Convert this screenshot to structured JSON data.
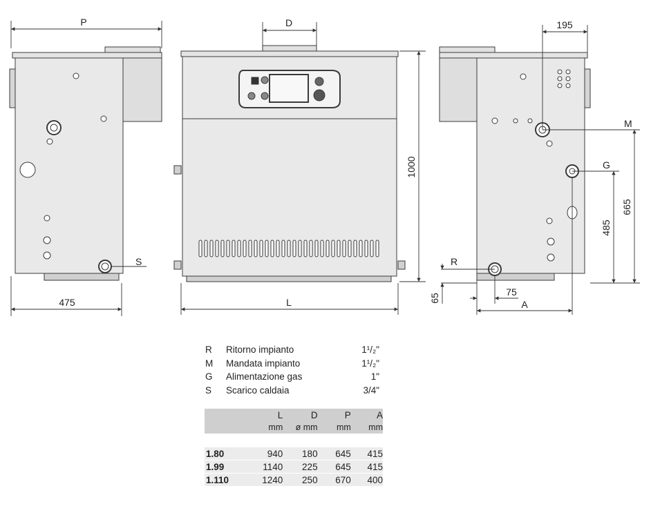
{
  "dimensions": {
    "P": "P",
    "D": "D",
    "n475": "475",
    "L": "L",
    "n1000": "1000",
    "n195": "195",
    "M": "M",
    "G": "G",
    "n665": "665",
    "n485": "485",
    "R": "R",
    "n65": "65",
    "n75": "75",
    "A": "A",
    "S": "S"
  },
  "legend": [
    {
      "code": "R",
      "desc": "Ritorno impianto",
      "size": "1¹/₂\""
    },
    {
      "code": "M",
      "desc": "Mandata impianto",
      "size": "1¹/₂\""
    },
    {
      "code": "G",
      "desc": "Alimentazione gas",
      "size": "1\""
    },
    {
      "code": "S",
      "desc": "Scarico caldaia",
      "size": "3/4\""
    }
  ],
  "table": {
    "headers": [
      "L",
      "D",
      "P",
      "A"
    ],
    "units": [
      "mm",
      "ø mm",
      "mm",
      "mm"
    ],
    "rows": [
      {
        "model": "1.80",
        "L": "940",
        "D": "180",
        "P": "645",
        "A": "415"
      },
      {
        "model": "1.99",
        "L": "1140",
        "D": "225",
        "P": "645",
        "A": "415"
      },
      {
        "model": "1.110",
        "L": "1240",
        "D": "250",
        "P": "670",
        "A": "400"
      }
    ]
  },
  "colors": {
    "body_fill": "#e9e9e9",
    "line": "#3a3a3a",
    "header_bg": "#cfcfcf",
    "row_bg": "#ececec"
  }
}
